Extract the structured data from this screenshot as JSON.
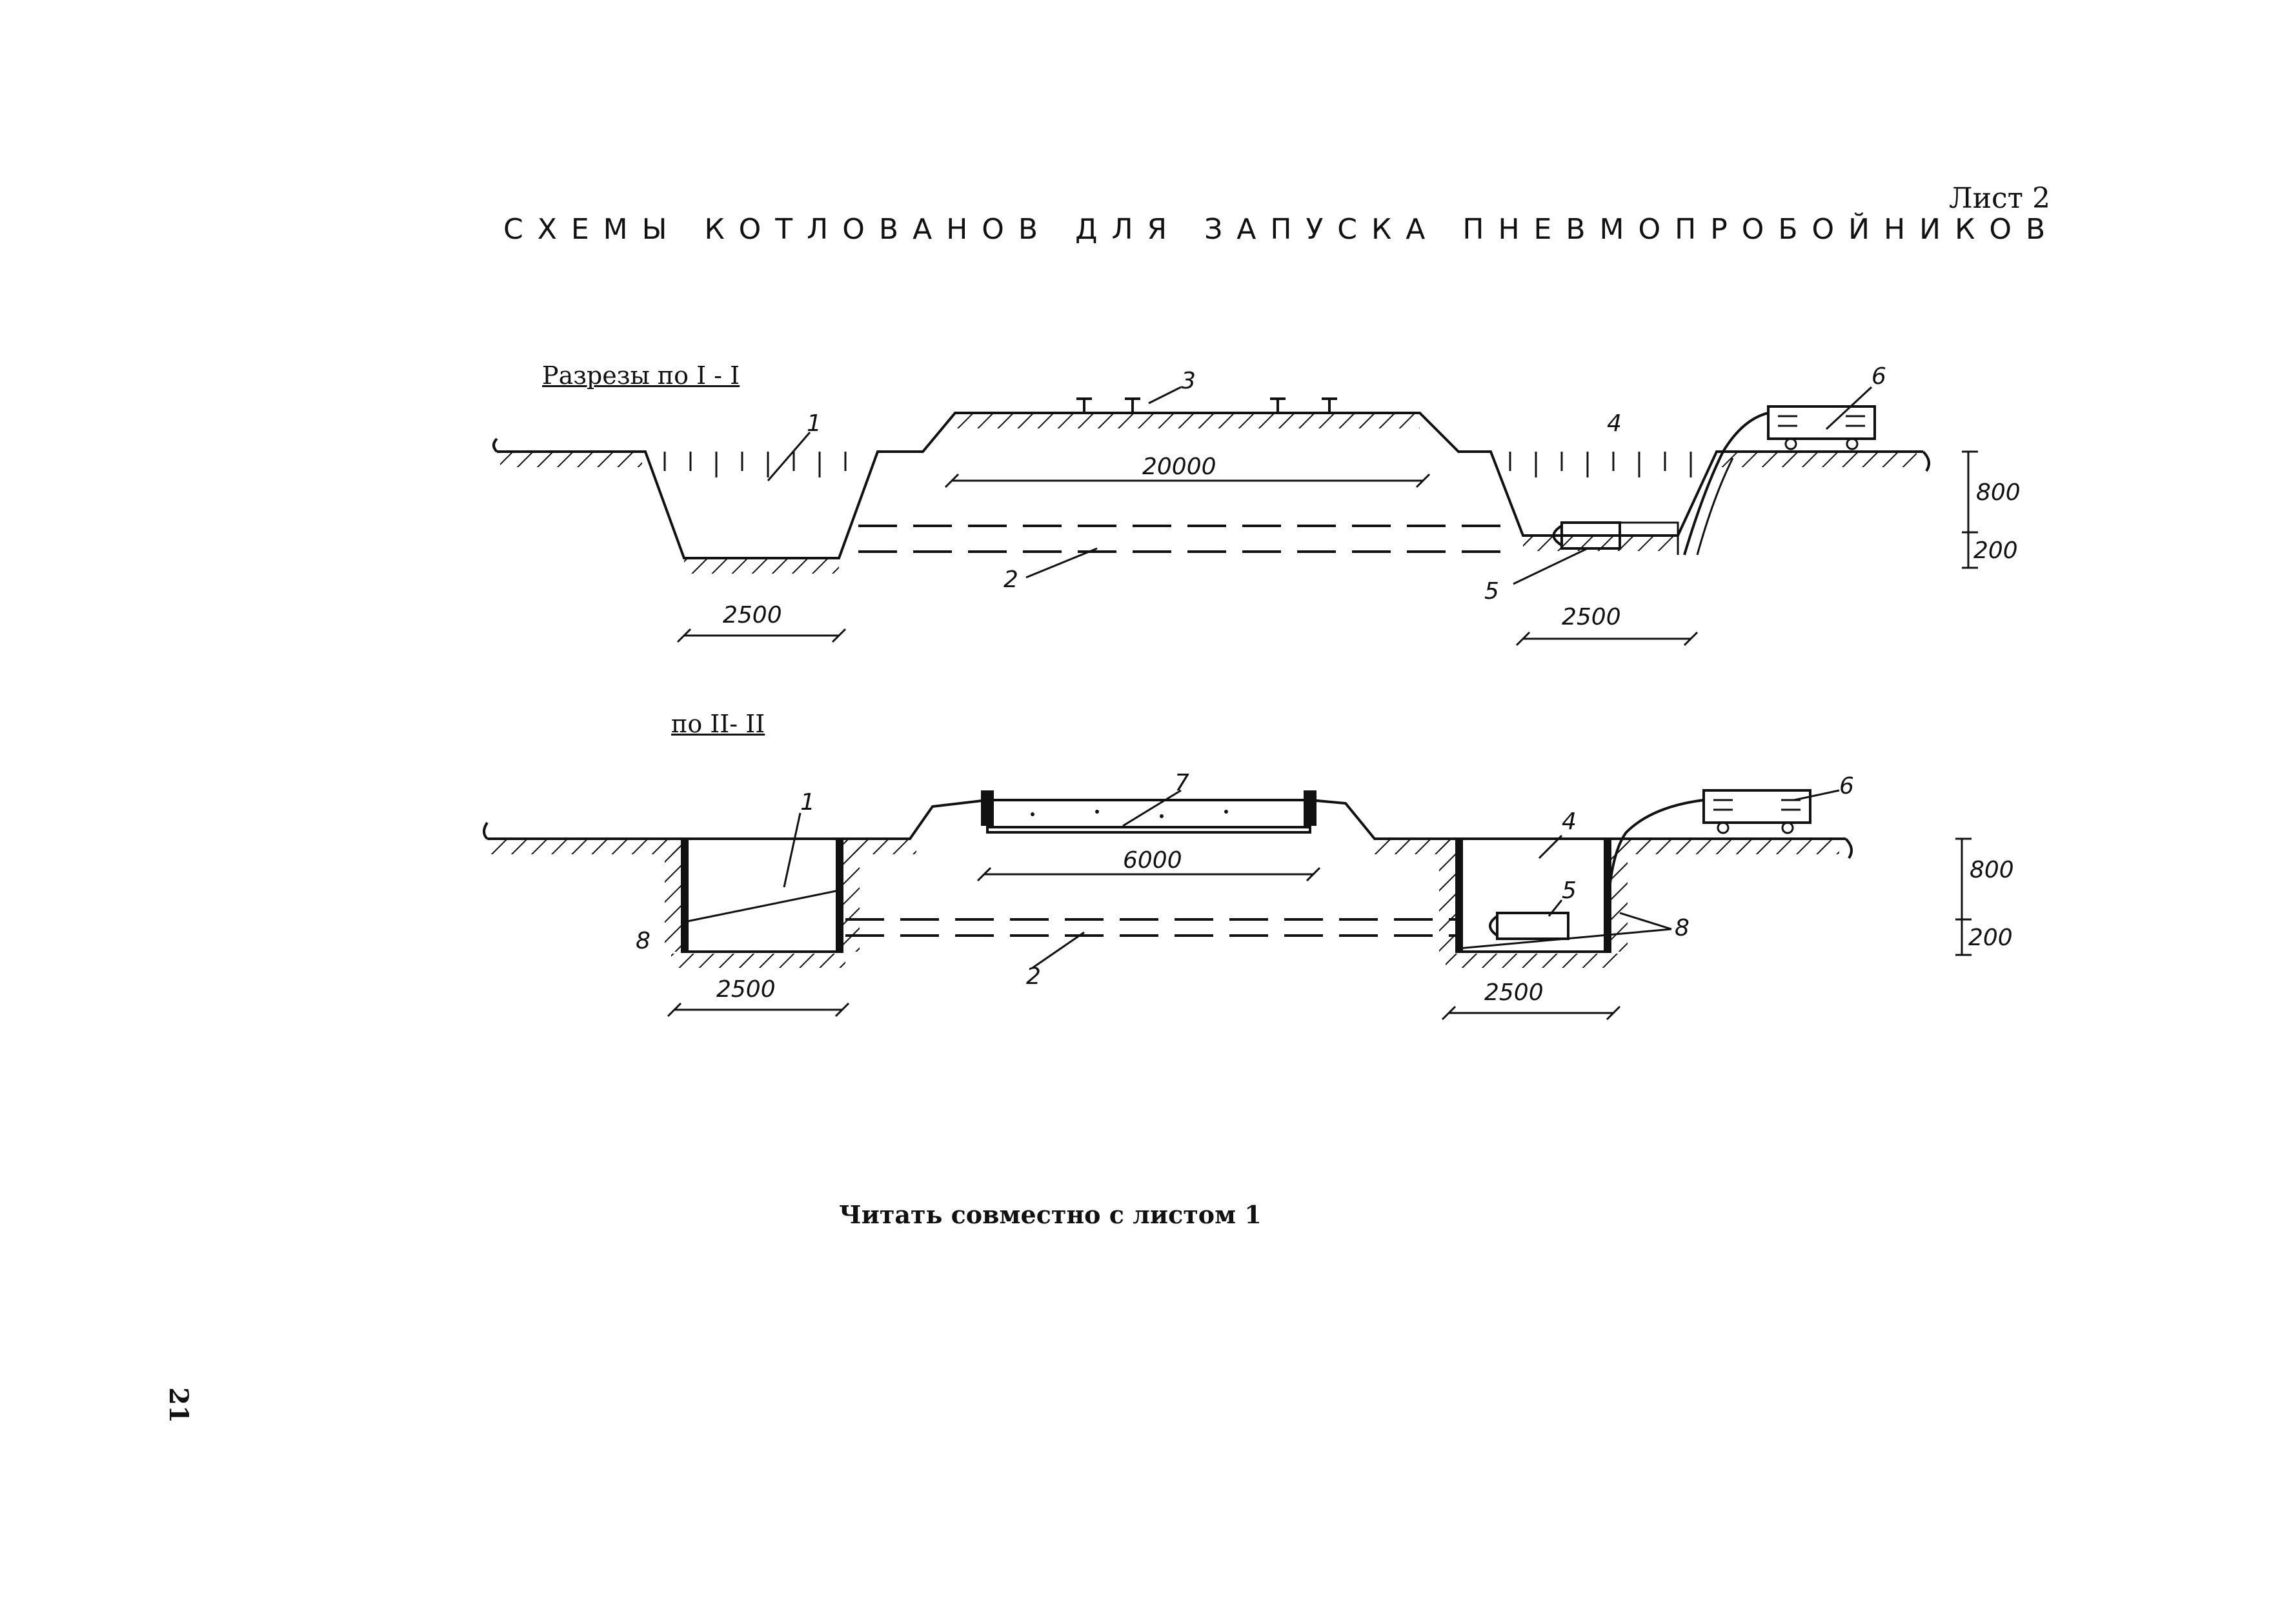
{
  "header": {
    "sheet_label": "Лист 2",
    "title": "СХЕМЫ КОТЛОВАНОВ ДЛЯ ЗАПУСКА ПНЕВМОПРОБОЙНИКОВ"
  },
  "section1": {
    "title": "Разрезы по I - I",
    "callouts": [
      "1",
      "2",
      "3",
      "4",
      "5",
      "6"
    ],
    "dimensions": {
      "span": "20000",
      "pit_left": "2500",
      "pit_right": "2500",
      "depth_top": "800",
      "depth_bottom": "200"
    }
  },
  "section2": {
    "title": "по II- II",
    "callouts": [
      "1",
      "2",
      "4",
      "5",
      "6",
      "7",
      "8",
      "8"
    ],
    "dimensions": {
      "span": "6000",
      "pit_left": "2500",
      "pit_right": "2500",
      "depth_top": "800",
      "depth_bottom": "200"
    }
  },
  "note": "Читать совместно с листом 1",
  "page_number": "21"
}
